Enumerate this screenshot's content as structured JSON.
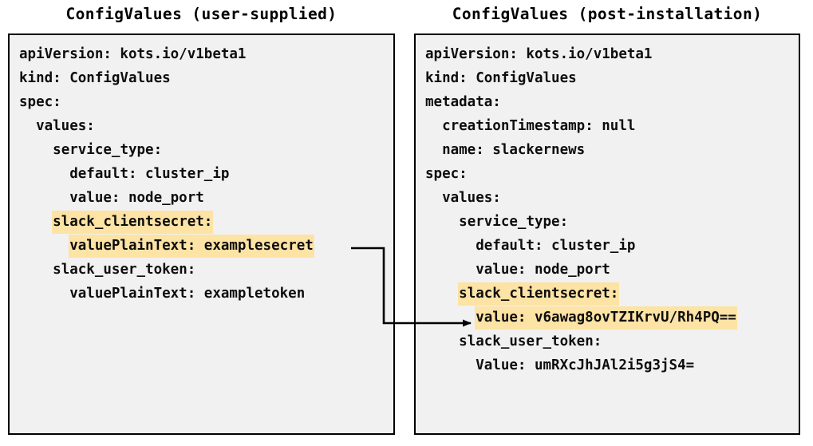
{
  "diagram": {
    "title_note": "ConfigValues user-supplied to post-installation mapping",
    "highlight_color": "#fde3a4",
    "panel_bg": "#f1f1f1",
    "border_color": "#000000",
    "text_color": "#0d0d0d"
  },
  "left_panel": {
    "title": "ConfigValues (user-supplied)",
    "lines": [
      {
        "text": "apiVersion: kots.io/v1beta1",
        "highlight": false
      },
      {
        "text": "kind: ConfigValues",
        "highlight": false
      },
      {
        "text": "spec:",
        "highlight": false
      },
      {
        "text": "  values:",
        "highlight": false
      },
      {
        "text": "    service_type:",
        "highlight": false
      },
      {
        "text": "      default: cluster_ip",
        "highlight": false
      },
      {
        "text": "      value: node_port",
        "highlight": false
      },
      {
        "text": "    slack_clientsecret:",
        "highlight": true
      },
      {
        "text": "      valuePlainText: examplesecret",
        "highlight": true
      },
      {
        "text": "    slack_user_token:",
        "highlight": false
      },
      {
        "text": "      valuePlainText: exampletoken",
        "highlight": false
      }
    ]
  },
  "right_panel": {
    "title": "ConfigValues (post-installation)",
    "lines": [
      {
        "text": "apiVersion: kots.io/v1beta1",
        "highlight": false
      },
      {
        "text": "kind: ConfigValues",
        "highlight": false
      },
      {
        "text": "metadata:",
        "highlight": false
      },
      {
        "text": "  creationTimestamp: null",
        "highlight": false
      },
      {
        "text": "  name: slackernews",
        "highlight": false
      },
      {
        "text": "spec:",
        "highlight": false
      },
      {
        "text": "  values:",
        "highlight": false
      },
      {
        "text": "    service_type:",
        "highlight": false
      },
      {
        "text": "      default: cluster_ip",
        "highlight": false
      },
      {
        "text": "      value: node_port",
        "highlight": false
      },
      {
        "text": "    slack_clientsecret:",
        "highlight": true
      },
      {
        "text": "      value: v6awag8ovTZIKrvU/Rh4PQ==",
        "highlight": true
      },
      {
        "text": "    slack_user_token:",
        "highlight": false
      },
      {
        "text": "      Value: umRXcJhJAl2i5g3jS4=",
        "highlight": false
      }
    ]
  },
  "connector": {
    "label": "encrypted-mapping-arrow",
    "from": "left_panel.lines.8",
    "to": "right_panel.lines.11"
  }
}
